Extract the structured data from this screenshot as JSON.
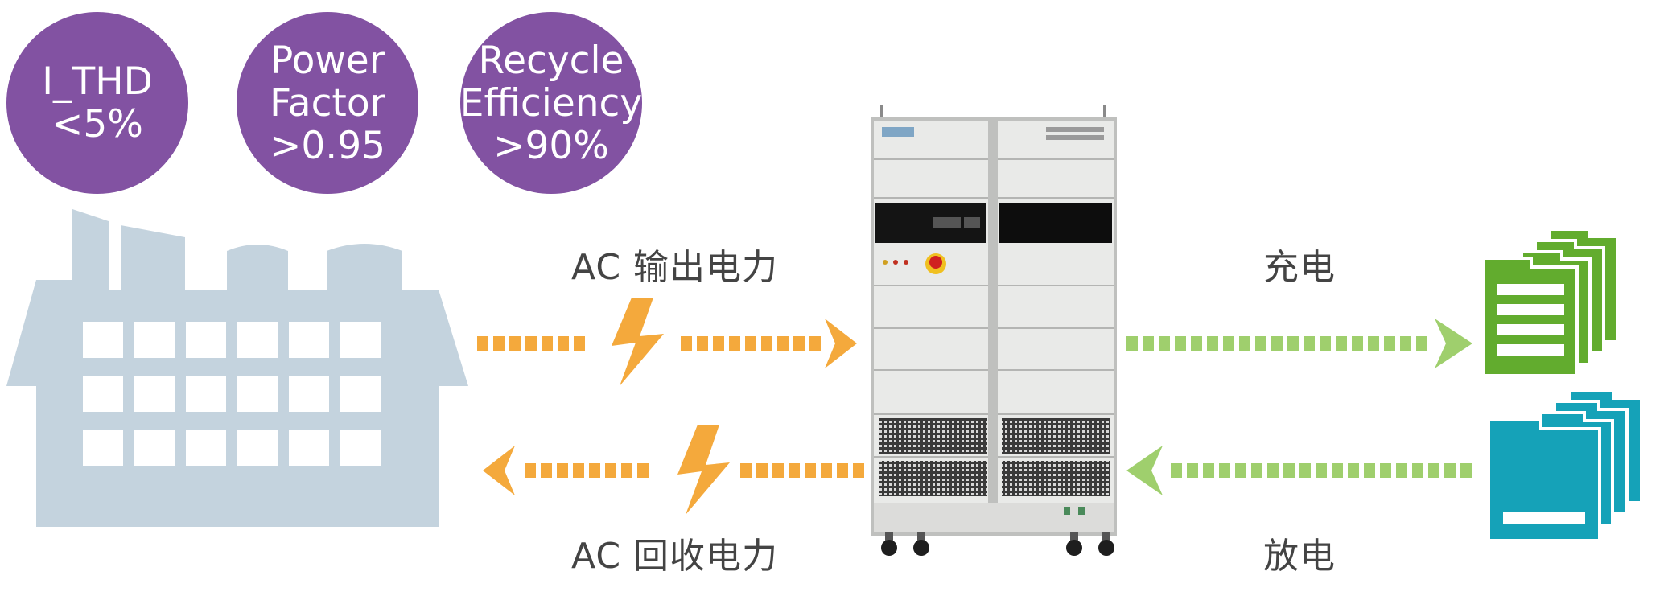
{
  "badges": [
    {
      "line1": "I_THD",
      "line2": "<5%",
      "line3": ""
    },
    {
      "line1": "Power",
      "line2": "Factor",
      "line3": ">0.95"
    },
    {
      "line1": "Recycle",
      "line2": "Efficiency",
      "line3": ">90%"
    }
  ],
  "labels": {
    "ac_output": "AC 输出电力",
    "ac_recycle": "AC 回收电力",
    "charge": "充电",
    "discharge": "放电"
  },
  "colors": {
    "badge": "#8252a2",
    "factory": "#c4d3de",
    "ac_arrow": "#f4a93c",
    "charge_arrow": "#9fcf6d",
    "charged_battery": "#62ac2e",
    "discharged_battery": "#15a2b8"
  },
  "icons": [
    "factory-icon",
    "lightning-icon",
    "battery-stack-icon",
    "battery-tester-cabinet"
  ]
}
